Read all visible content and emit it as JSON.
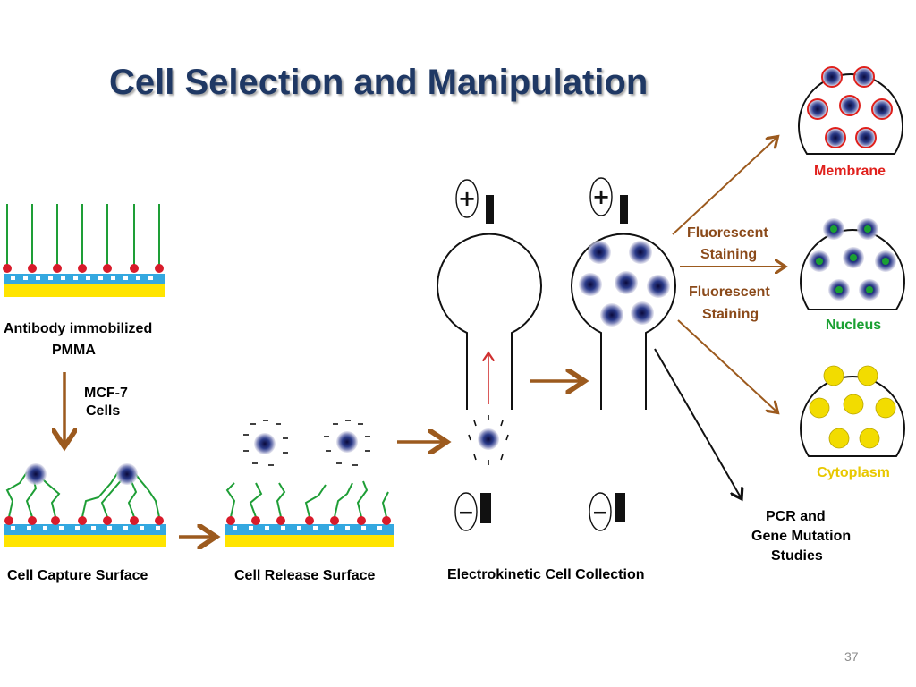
{
  "title": "Cell Selection and Manipulation",
  "page_number": "37",
  "labels": {
    "antibody_line1": "Antibody immobilized",
    "antibody_line2": "PMMA",
    "mcf7_line1": "MCF-7",
    "mcf7_line2": "Cells",
    "capture_surface": "Cell Capture Surface",
    "release_surface": "Cell Release Surface",
    "electrokinetic": "Electrokinetic Cell Collection",
    "staining_top_1": "Fluorescent",
    "staining_top_2": "Staining",
    "staining_bottom_1": "Fluorescent",
    "staining_bottom_2": "Staining",
    "membrane": "Membrane",
    "nucleus": "Nucleus",
    "cytoplasm": "Cytoplasm",
    "pcr_line1": "PCR and",
    "pcr_line2": "Gene Mutation",
    "pcr_line3": "Studies",
    "plus": "+",
    "minus": "−"
  },
  "colors": {
    "title": "#1f3864",
    "arrow": "#9c5a1e",
    "membrane_label": "#e0201c",
    "nucleus_label": "#1aa032",
    "cytoplasm_label": "#e8c800",
    "staining_text": "#8b4a1a",
    "substrate_yellow": "#ffe400",
    "substrate_blue": "#34a8e0",
    "antibody_red": "#d81b2a",
    "antibody_green": "#1e9e36"
  }
}
